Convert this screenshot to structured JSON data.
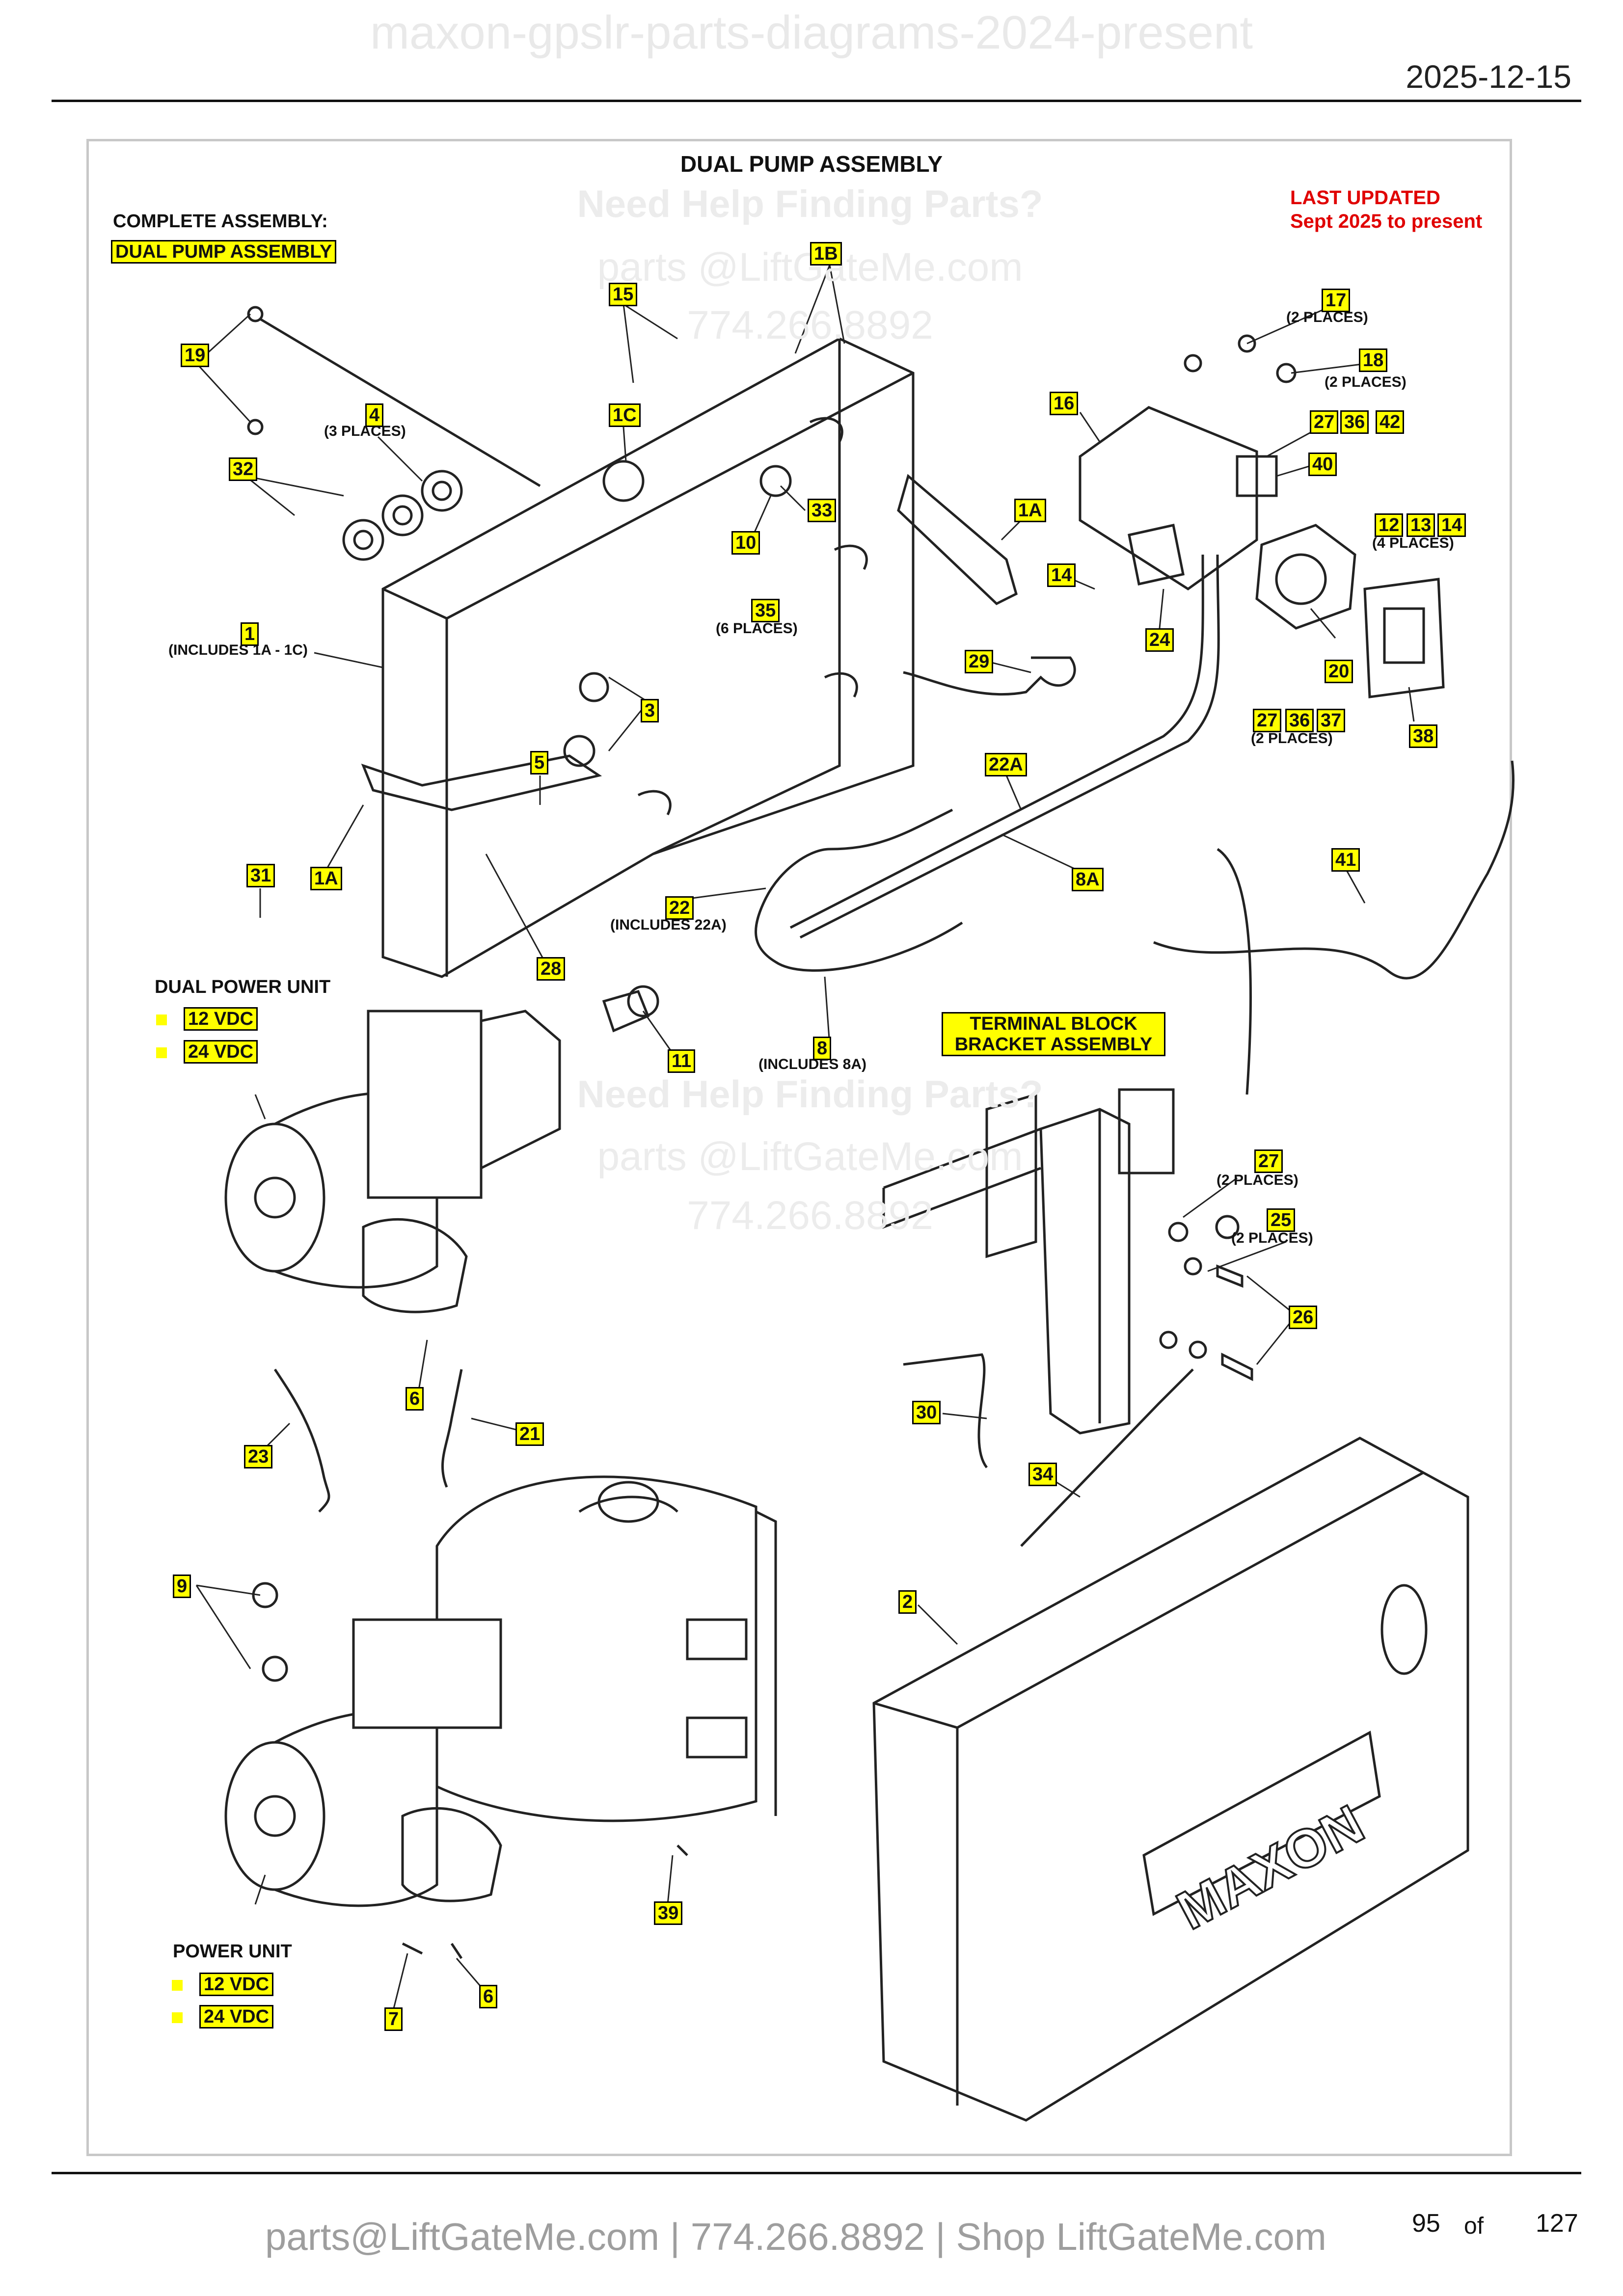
{
  "watermark_title": "maxon-gpslr-parts-diagrams-2024-present",
  "date": "2025-12-15",
  "diagram": {
    "title": "DUAL PUMP ASSEMBLY",
    "complete_assembly_label": "COMPLETE ASSEMBLY:",
    "complete_assembly_value": "DUAL PUMP ASSEMBLY",
    "last_updated_line1": "LAST UPDATED",
    "last_updated_line2": "Sept 2025 to present",
    "help_text": "Need Help Finding Parts?",
    "help_email": "parts @LiftGateMe.com",
    "help_phone": "774.266.8892",
    "dual_power_unit_label": "DUAL POWER UNIT",
    "power_unit_label": "POWER UNIT",
    "voltage_12": "12 VDC",
    "voltage_24": "24 VDC",
    "terminal_block_line1": "TERMINAL BLOCK",
    "terminal_block_line2": "BRACKET ASSEMBLY",
    "notes": {
      "n1": "(INCLUDES 1A - 1C)",
      "n4": "(3 PLACES)",
      "n35": "(6 PLACES)",
      "n17": "(2 PLACES)",
      "n18": "(2 PLACES)",
      "n12": "(4 PLACES)",
      "n37": "(2 PLACES)",
      "n22": "(INCLUDES 22A)",
      "n8": "(INCLUDES 8A)",
      "n27": "(2 PLACES)",
      "n25": "(2 PLACES)"
    },
    "callouts": [
      "1B",
      "15",
      "19",
      "4",
      "1C",
      "32",
      "33",
      "10",
      "1A",
      "1",
      "35",
      "3",
      "5",
      "1A",
      "31",
      "28",
      "22",
      "8A",
      "22A",
      "14",
      "29",
      "24",
      "16",
      "17",
      "18",
      "27",
      "36",
      "42",
      "40",
      "12",
      "13",
      "14",
      "20",
      "38",
      "27",
      "36",
      "37",
      "41",
      "11",
      "8",
      "27",
      "25",
      "26",
      "6",
      "21",
      "23",
      "30",
      "34",
      "9",
      "2",
      "39",
      "7",
      "6"
    ]
  },
  "footer": {
    "text": "parts@LiftGateMe.com | 774.266.8892 | Shop LiftGateMe.com",
    "page": "95",
    "of": "of",
    "total": "127"
  }
}
